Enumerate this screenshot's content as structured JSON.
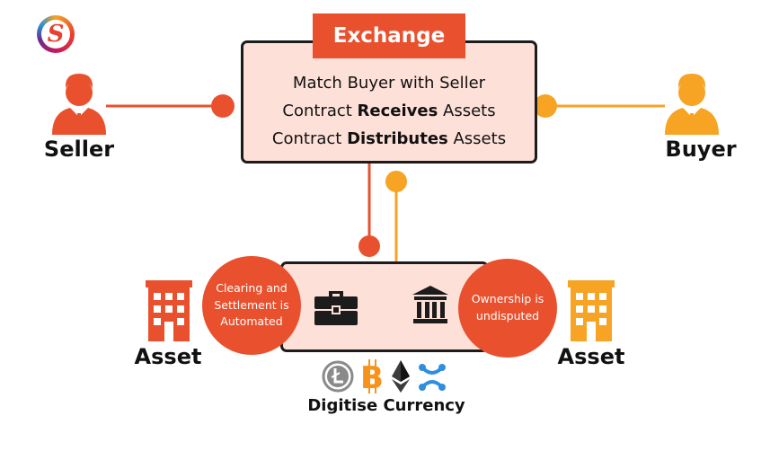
{
  "colors": {
    "orange_red": "#e9512e",
    "amber": "#f7a324",
    "pink_fill": "#fde0d8",
    "dark": "#1c1c1c"
  },
  "exchange": {
    "title": "Exchange",
    "line1": "Match Buyer with Seller",
    "line2_pre": "Contract ",
    "line2_bold": "Receives",
    "line2_post": " Assets",
    "line3_pre": "Contract ",
    "line3_bold": "Distributes",
    "line3_post": " Assets"
  },
  "seller": {
    "label": "Seller",
    "icon": "businessman-icon"
  },
  "buyer": {
    "label": "Buyer",
    "icon": "businessman-icon"
  },
  "left_asset": {
    "label": "Asset",
    "icon": "building-icon"
  },
  "right_asset": {
    "label": "Asset",
    "icon": "building-icon"
  },
  "clearing_circle": {
    "line1": "Clearing and",
    "line2": "Settlement is",
    "line3": "Automated"
  },
  "ownership_circle": {
    "line1": "Ownership is",
    "line2": "undisputed"
  },
  "center_icons": [
    "briefcase-icon",
    "bank-icon"
  ],
  "currency": {
    "label": "Digitise Currency",
    "icons": [
      "litecoin-icon",
      "bitcoin-icon",
      "ethereum-icon",
      "ripple-icon"
    ]
  }
}
